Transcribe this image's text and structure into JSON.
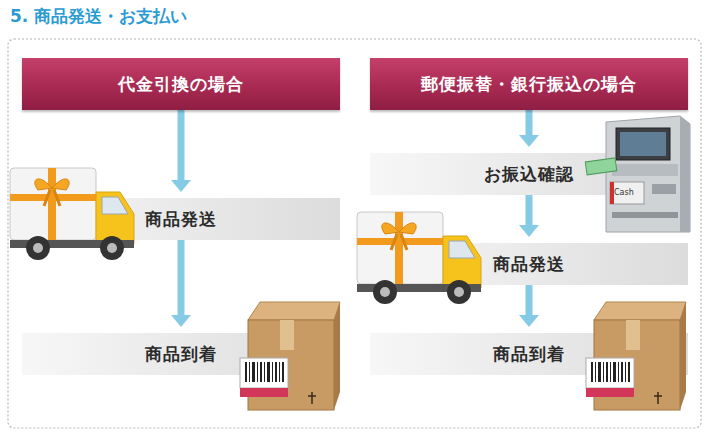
{
  "diagram": {
    "title": "5. 商品発送・お支払い",
    "nodes": [
      {
        "text": [
          "代金引換の場合"
        ]
      },
      {
        "text": [
          "商品発送"
        ]
      },
      {
        "text": [
          "商品到着"
        ]
      },
      {
        "text": [
          "郵便振替・銀行振込の場合"
        ]
      },
      {
        "text": [
          "お振込確認"
        ]
      },
      {
        "text": [
          "商品発送"
        ]
      },
      {
        "text": [
          "商品到着"
        ]
      }
    ],
    "edges": [
      {
        "from": 0,
        "to": 1,
        "arrow": "to"
      },
      {
        "from": 1,
        "to": 2,
        "arrow": "to"
      },
      {
        "from": 3,
        "to": 4,
        "arrow": "to"
      },
      {
        "from": 4,
        "to": 5,
        "arrow": "to"
      },
      {
        "from": 5,
        "to": 6,
        "arrow": "to"
      }
    ],
    "labels": [
      "Cash"
    ]
  }
}
